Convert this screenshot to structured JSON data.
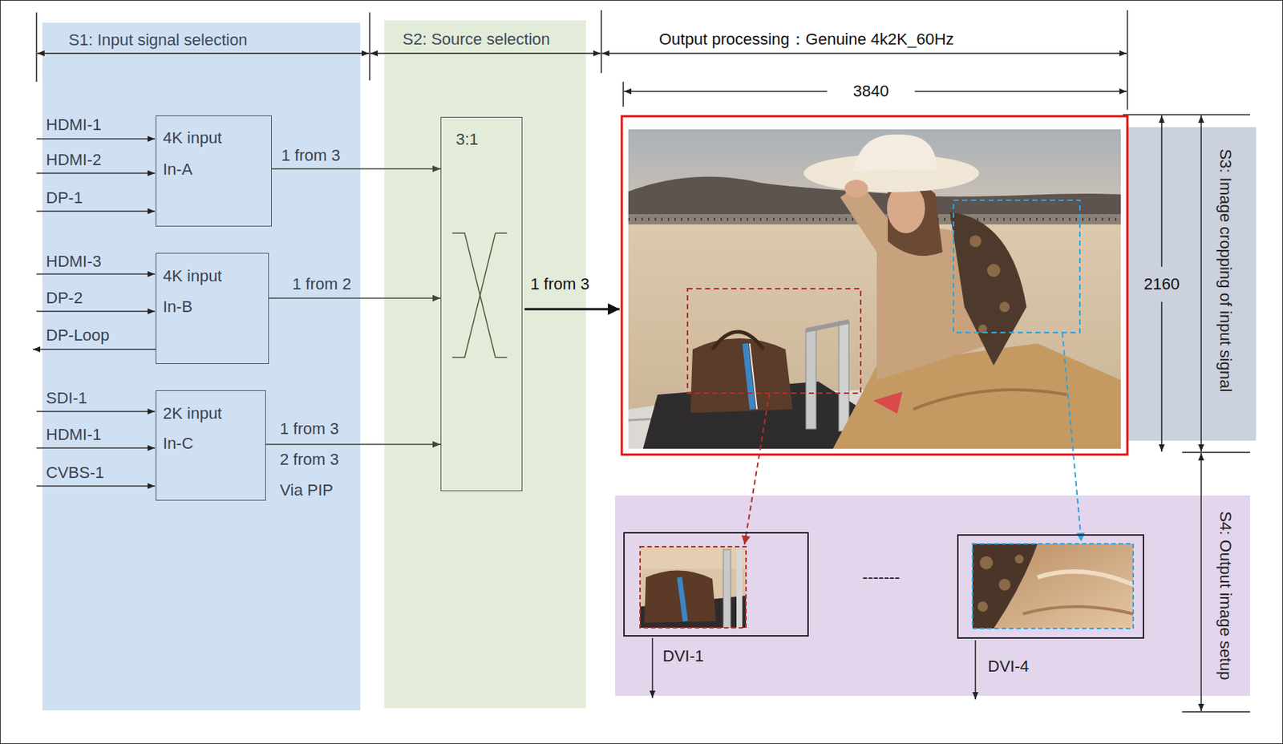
{
  "diagram": {
    "nodes": [
      {
        "text": [
          "S1: Input signal selection"
        ]
      },
      {
        "text": [
          "4K input",
          "In-A"
        ],
        "in": 0
      },
      {
        "text": [
          "4K input",
          "In-B"
        ],
        "in": 0
      },
      {
        "text": [
          "2K input",
          "In-C"
        ],
        "in": 0
      },
      {
        "text": [
          "S2: Source selection"
        ]
      },
      {
        "text": [
          "3:1"
        ],
        "in": 4
      },
      {
        "text": [
          "S3: Image cropping of input signal"
        ]
      },
      {
        "text": [
          "S4: Output image setup"
        ]
      },
      {
        "text": [
          "DVI-1"
        ],
        "in": 7
      },
      {
        "text": [
          "DVI-4"
        ],
        "in": 7
      }
    ],
    "edges": [
      {
        "from": 1,
        "to": 5,
        "label": "1 from 3",
        "arrow": "to"
      },
      {
        "from": 2,
        "to": 5,
        "label": "1 from 2",
        "arrow": "to"
      },
      {
        "from": 3,
        "to": 5,
        "label": "1 from 3 2 from 3 Via PIP",
        "arrow": "to"
      }
    ],
    "labels": [
      "Output processing：Genuine 4k2K_60Hz",
      "3840",
      "HDMI-1",
      "HDMI-2",
      "DP-1",
      "HDMI-3",
      "DP-2",
      "DP-Loop",
      "SDI-1",
      "HDMI-1",
      "CVBS-1",
      "1 from 3",
      "2160",
      "-------"
    ]
  }
}
